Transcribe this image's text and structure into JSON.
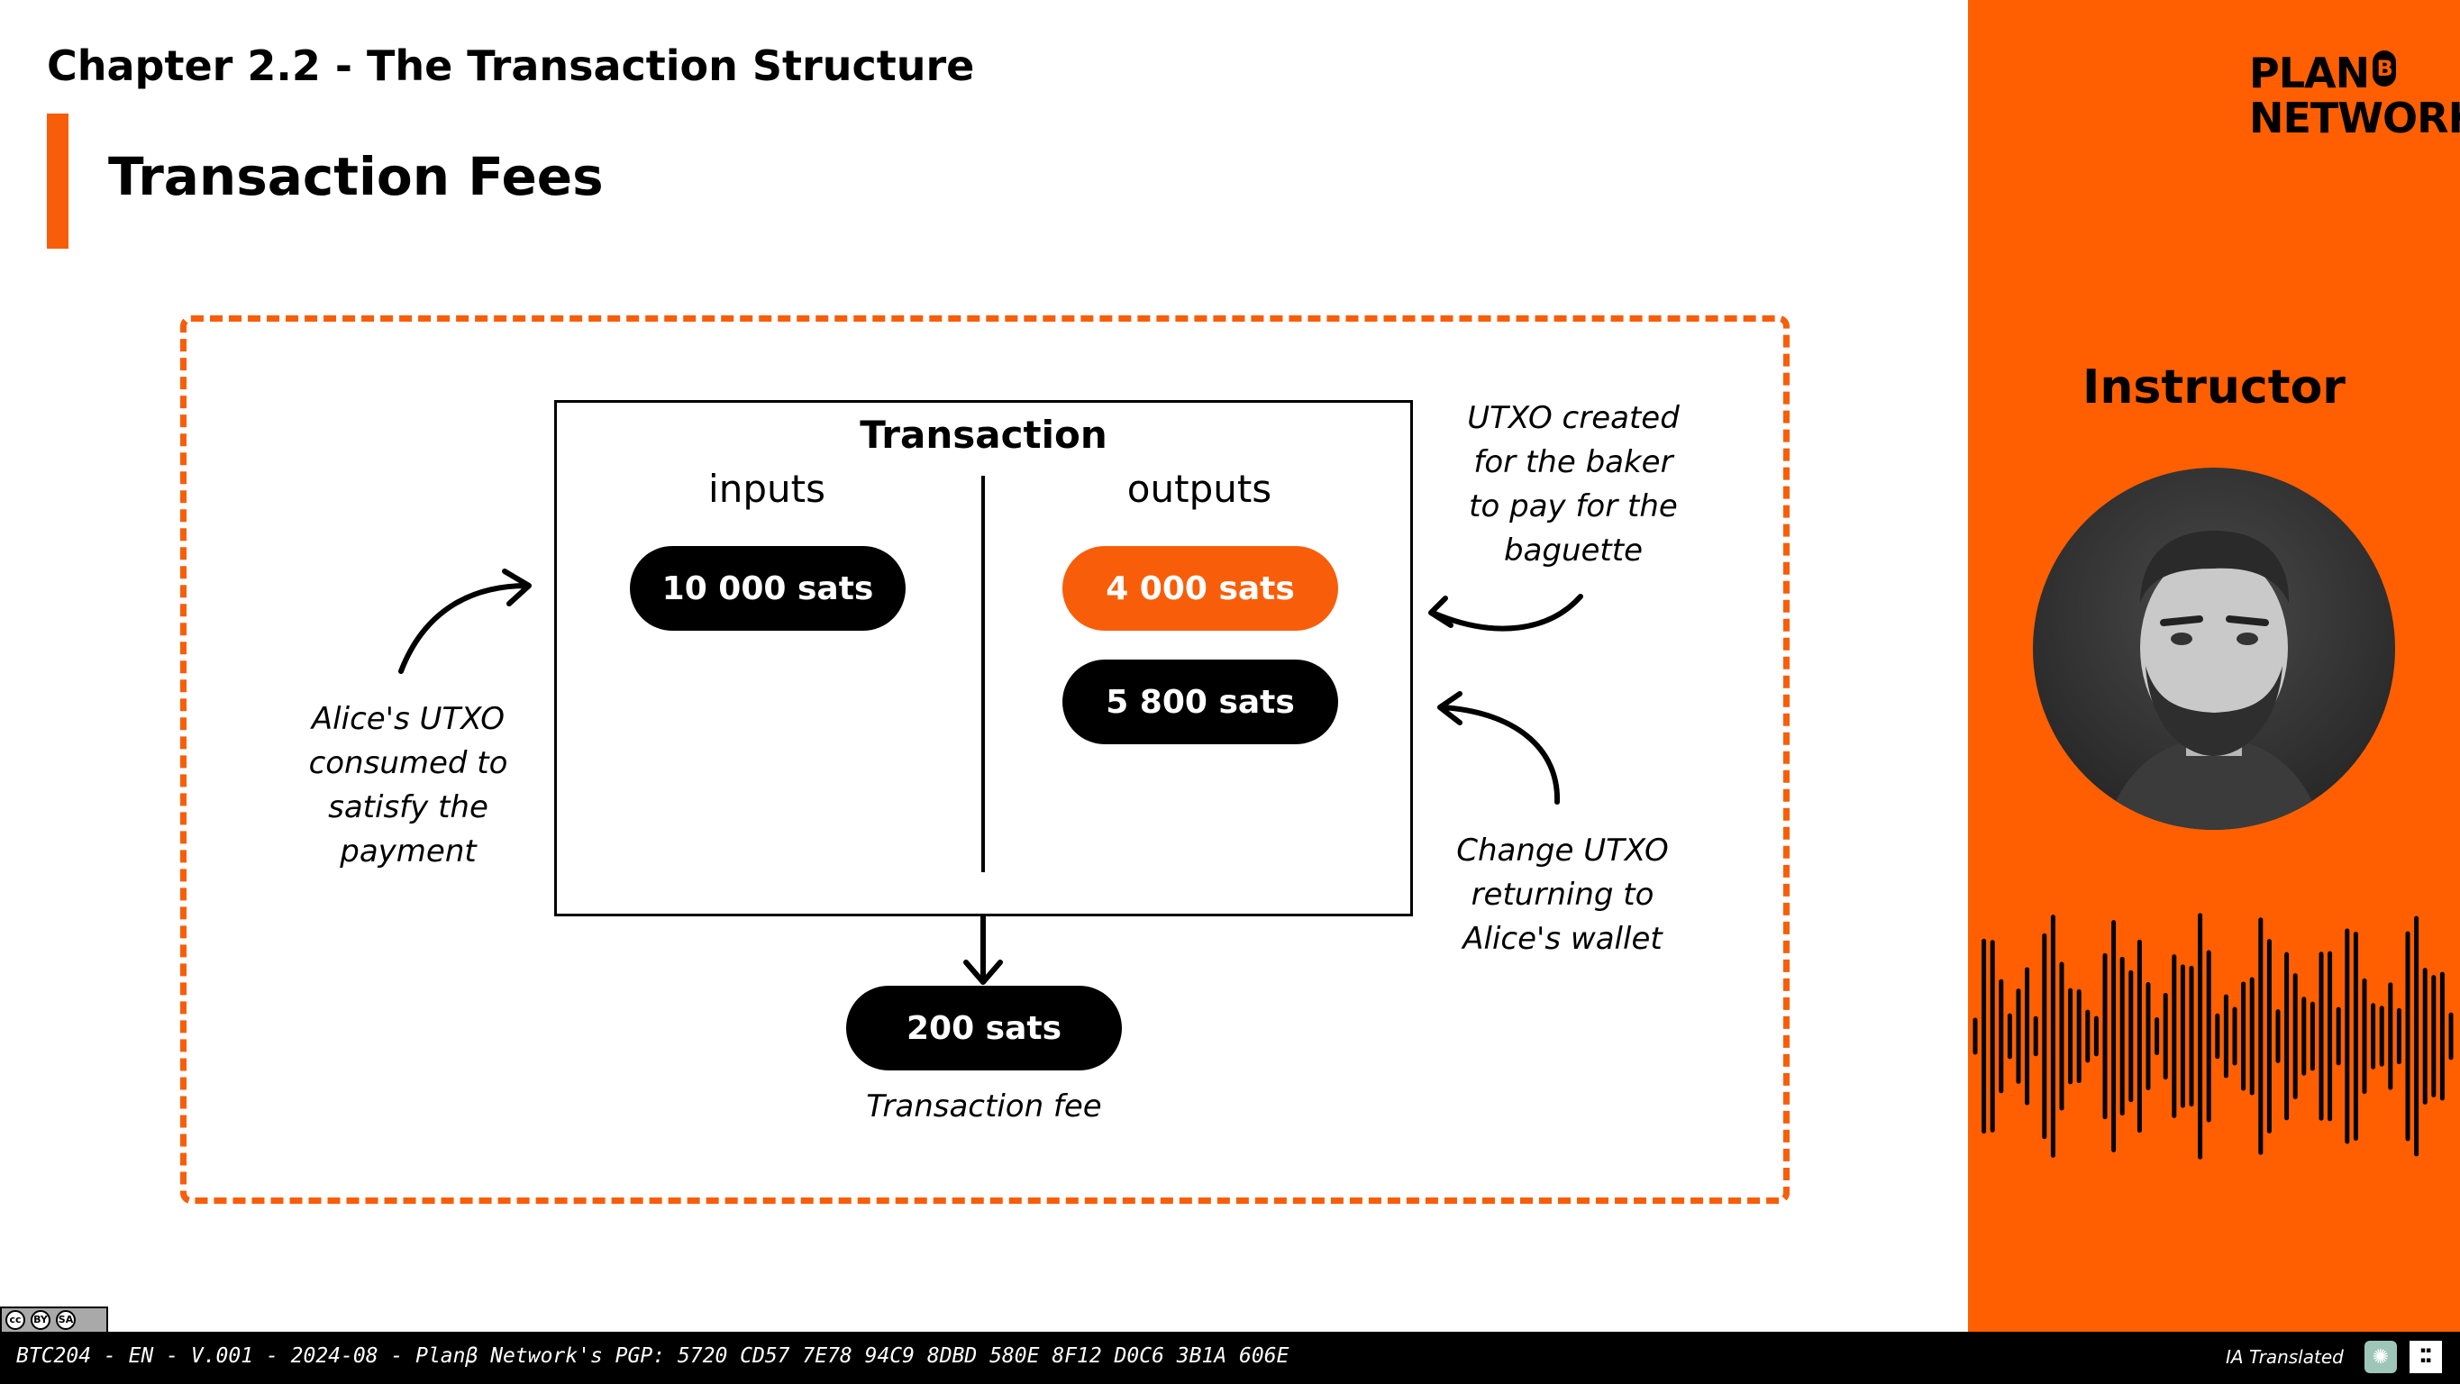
{
  "header": {
    "chapter": "Chapter 2.2 - The Transaction Structure",
    "title": "Transaction Fees"
  },
  "diagram": {
    "transaction_label": "Transaction",
    "inputs_label": "inputs",
    "outputs_label": "outputs",
    "input_pill": "10 000 sats",
    "output_pill_baker": "4 000 sats",
    "output_pill_change": "5 800 sats",
    "fee_pill": "200 sats",
    "fee_caption": "Transaction fee",
    "note_alice": [
      "Alice's UTXO",
      "consumed to",
      "satisfy the",
      "payment"
    ],
    "note_baker": [
      "UTXO created",
      "for the baker",
      "to pay for the",
      "baguette"
    ],
    "note_change": [
      "Change UTXO",
      "returning to",
      "Alice's wallet"
    ]
  },
  "sidebar": {
    "logo_line1": "PLAN",
    "logo_badge": "B",
    "logo_line2": "NETWORK",
    "instructor_label": "Instructor"
  },
  "footer": {
    "text": "BTC204 - EN - V.001 - 2024-08 - Planβ Network's PGP: 5720 CD57 7E78 94C9 8DBD 580E 8F12 D0C6 3B1A 606E",
    "ia_label": "IA Translated",
    "license": [
      "cc",
      "BY",
      "SA"
    ]
  },
  "colors": {
    "accent": "#ff5f00",
    "dark": "#000000",
    "white": "#ffffff"
  }
}
